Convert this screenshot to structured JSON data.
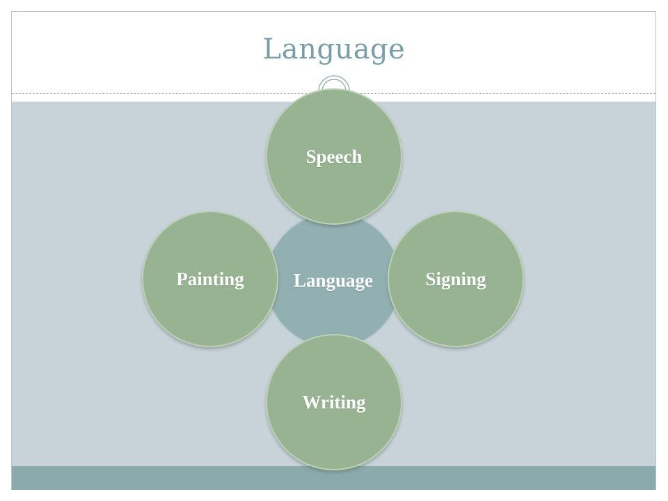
{
  "slide": {
    "title": "Language"
  },
  "diagram": {
    "center": {
      "label": "Language"
    },
    "nodes": [
      {
        "id": "top",
        "label": "Speech"
      },
      {
        "id": "left",
        "label": "Painting"
      },
      {
        "id": "right",
        "label": "Signing"
      },
      {
        "id": "bottom",
        "label": "Writing"
      }
    ]
  },
  "colors": {
    "title": "#7a9ea6",
    "content_background": "#c8d2d9",
    "bottom_band": "#8aaaab",
    "center_circle": "#92afb1",
    "outer_circle": "#97b391",
    "label_text": "#ffffff"
  }
}
